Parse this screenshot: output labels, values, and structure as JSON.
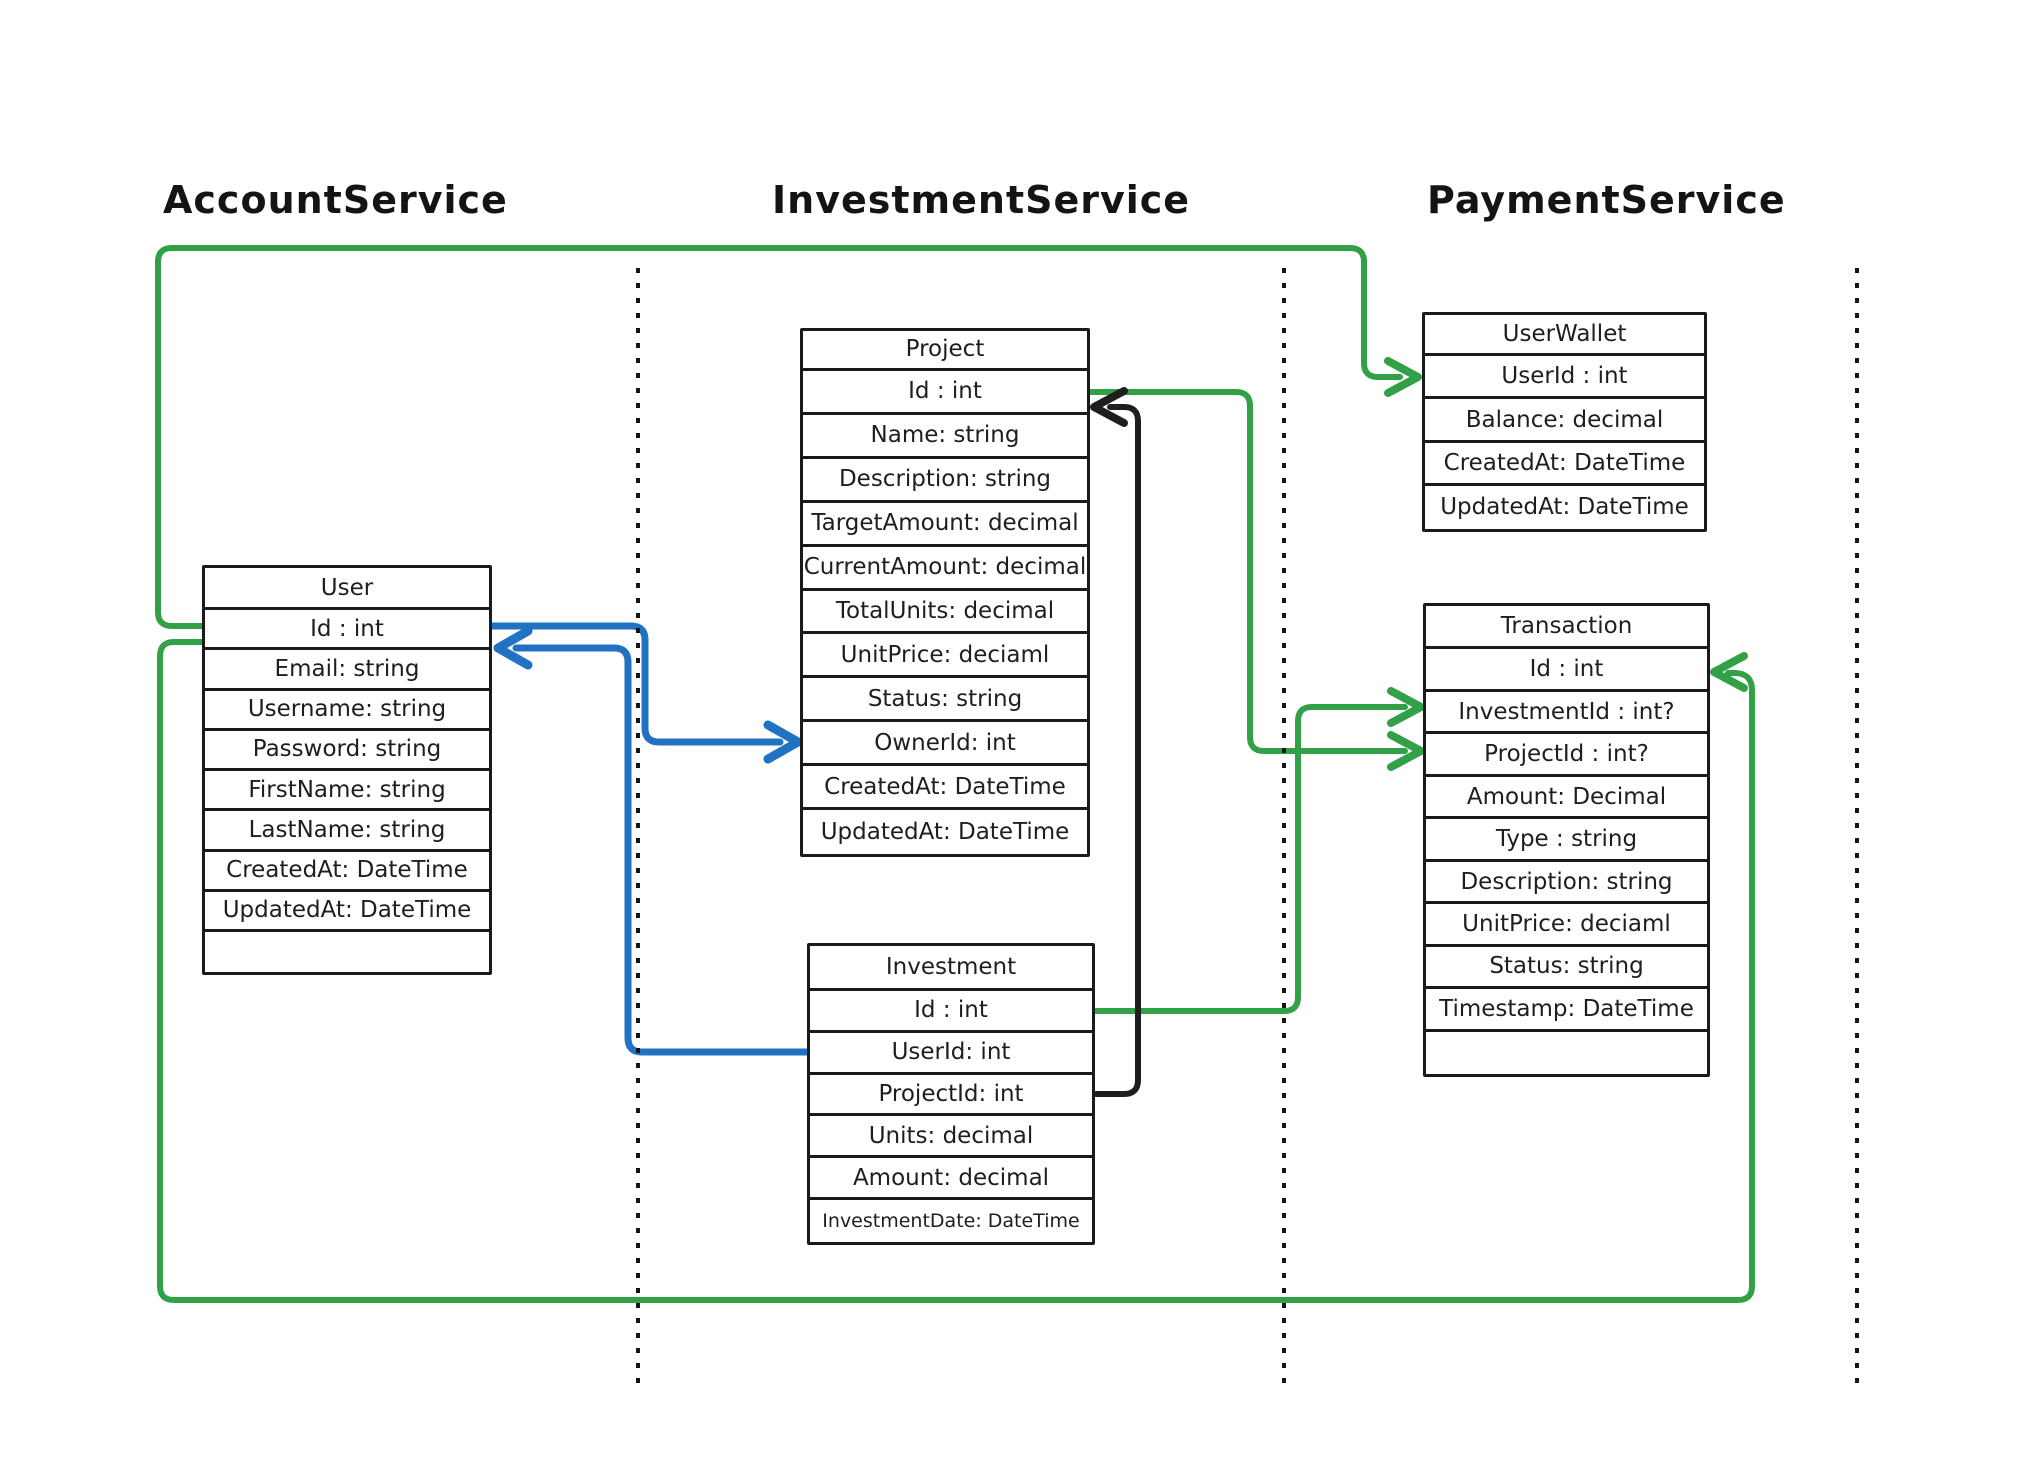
{
  "services": {
    "account": "AccountService",
    "investment": "InvestmentService",
    "payment": "PaymentService"
  },
  "tables": {
    "user": {
      "title": "User",
      "rows": [
        "Id : int",
        "Email: string",
        "Username: string",
        "Password: string",
        "FirstName: string",
        "LastName: string",
        "CreatedAt: DateTime",
        "UpdatedAt: DateTime"
      ]
    },
    "project": {
      "title": "Project",
      "rows": [
        "Id : int",
        "Name: string",
        "Description: string",
        "TargetAmount: decimal",
        "CurrentAmount: decimal",
        "TotalUnits: decimal",
        "UnitPrice: deciaml",
        "Status: string",
        "OwnerId: int",
        "CreatedAt: DateTime",
        "UpdatedAt: DateTime"
      ]
    },
    "investment": {
      "title": "Investment",
      "rows": [
        "Id : int",
        "UserId: int",
        "ProjectId: int",
        "Units: decimal",
        "Amount: decimal",
        "InvestmentDate: DateTime"
      ]
    },
    "userwallet": {
      "title": "UserWallet",
      "rows": [
        "UserId : int",
        "Balance: decimal",
        "CreatedAt: DateTime",
        "UpdatedAt: DateTime"
      ]
    },
    "transaction": {
      "title": "Transaction",
      "rows": [
        "Id : int",
        "InvestmentId : int?",
        "ProjectId : int?",
        "Amount: Decimal",
        "Type : string",
        "Description: string",
        "UnitPrice: deciaml",
        "Status: string",
        "Timestamp: DateTime"
      ]
    }
  },
  "connections": [
    {
      "from": "User.Id",
      "to": "UserWallet.UserId",
      "color": "#32a046"
    },
    {
      "from": "User.Id",
      "to": "Transaction.Id",
      "color": "#32a046"
    },
    {
      "from": "Project.Id",
      "to": "Transaction.ProjectId",
      "color": "#32a046"
    },
    {
      "from": "Investment.Id",
      "to": "Transaction.InvestmentId",
      "color": "#32a046"
    },
    {
      "from": "Investment.ProjectId",
      "to": "Project.Id",
      "color": "#1e1e1e"
    },
    {
      "from": "User.Id",
      "to": "Project.OwnerId",
      "color": "#2272c3"
    },
    {
      "from": "Investment.UserId",
      "to": "User.Id",
      "color": "#2272c3"
    }
  ],
  "colors": {
    "green": "#32a046",
    "blue": "#2272c3",
    "black": "#1e1e1e"
  }
}
